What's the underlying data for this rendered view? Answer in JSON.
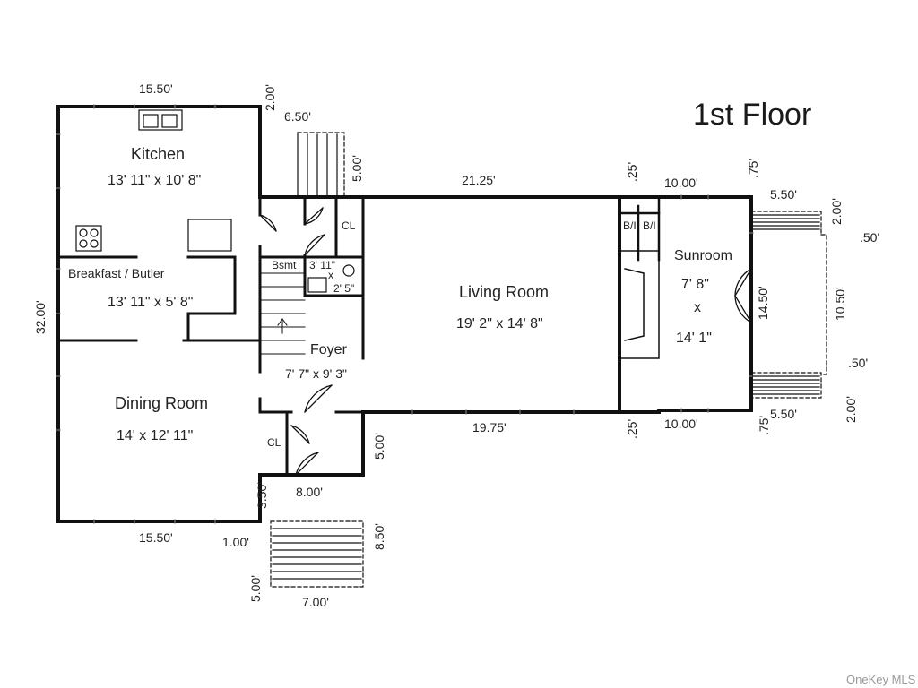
{
  "title": "1st Floor",
  "watermark": "OneKey MLS",
  "rooms": {
    "kitchen": {
      "name": "Kitchen",
      "size": "13' 11\" x 10' 8\""
    },
    "breakfast": {
      "name": "Breakfast / Butler",
      "size": "13' 11\" x 5' 8\""
    },
    "dining": {
      "name": "Dining Room",
      "size": "14' x 12' 11\""
    },
    "living": {
      "name": "Living Room",
      "size": "19' 2\" x 14' 8\""
    },
    "foyer": {
      "name": "Foyer",
      "size": "7' 7\" x 9' 3\""
    },
    "sunroom": {
      "name": "Sunroom",
      "size_w": "7' 8\"",
      "size_x": "x",
      "size_l": "14' 1\""
    },
    "bsmt": {
      "name": "Bsmt"
    },
    "cl_upper": {
      "name": "CL"
    },
    "cl_lower": {
      "name": "CL"
    },
    "bath": {
      "size_a": "3' 11\"",
      "size_x": "x",
      "size_b": "2' 5\""
    },
    "bi_1": {
      "name": "B/I"
    },
    "bi_2": {
      "name": "B/I"
    }
  },
  "dimensions": {
    "top_15_50": "15.50'",
    "top_2_00": "2.00'",
    "top_6_50": "6.50'",
    "stair_5_00": "5.00'",
    "living_21_25": "21.25'",
    "top_25": ".25'",
    "sun_top_10_00": "10.00'",
    "sun_top_75": ".75'",
    "deck_top_5_50": "5.50'",
    "deck_top_2_00": "2.00'",
    "deck_50_top": ".50'",
    "sun_14_50": "14.50'",
    "deck_10_50": "10.50'",
    "deck_50_bot": ".50'",
    "deck_bot_2_00": "2.00'",
    "deck_bot_5_50": "5.50'",
    "sun_bot_75": ".75'",
    "sun_bot_10_00": "10.00'",
    "bot_25": ".25'",
    "living_19_75": "19.75'",
    "left_32_00": "32.00'",
    "foyer_5_00": "5.00'",
    "foyer_3_50": "3.50'",
    "foyer_8_00": "8.00'",
    "bottom_15_50": "15.50'",
    "bottom_1_00": "1.00'",
    "stoop_8_50": "8.50'",
    "stoop_5_00": "5.00'",
    "stoop_7_00": "7.00'"
  }
}
